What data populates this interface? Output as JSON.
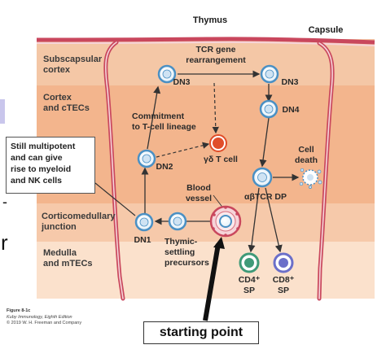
{
  "title": "Thymus",
  "capsule_label": "Capsule",
  "zones": {
    "subcapsular": [
      "Subscapsular",
      "cortex"
    ],
    "cortex": [
      "Cortex",
      "and cTECs"
    ],
    "corticomedullary": [
      "Corticomedullary",
      "junction"
    ],
    "medulla": [
      "Medulla",
      "and mTECs"
    ]
  },
  "labels": {
    "tcr": [
      "TCR gene",
      "rearrangement"
    ],
    "commitment": [
      "Commitment",
      "to T-cell lineage"
    ],
    "dn1": "DN1",
    "dn2": "DN2",
    "dn3_left": "DN3",
    "dn3_right": "DN3",
    "dn4": "DN4",
    "gd": "γδ T cell",
    "death": [
      "Cell",
      "death"
    ],
    "abtcr": "αβTCR DP",
    "blood": [
      "Blood",
      "vessel"
    ],
    "thymic": [
      "Thymic-",
      "settling",
      "precursors"
    ],
    "cd4": [
      "CD4⁺",
      "SP"
    ],
    "cd8": [
      "CD8⁺",
      "SP"
    ]
  },
  "callout": [
    "Still multipotent",
    "and can give",
    "rise to myeloid",
    "and NK cells"
  ],
  "caption": [
    "Figure 8-1c",
    "Kuby Immunology, Eighth Edition",
    "© 2019 W. H. Freeman and Company"
  ],
  "start_label": "starting point",
  "stray": {
    "dash": "-",
    "letter": "r"
  },
  "colors": {
    "band_subcapsular": "#f4c7a6",
    "band_cortex": "#f3b58d",
    "band_corticomedullary": "#f6c9aa",
    "band_medulla": "#fbe1cc",
    "capsule": "#c9475d",
    "capsule_fill": "#f6d4d9",
    "progenitor": "#4a90c4",
    "gd_cell": "#e04e2a",
    "cd4": "#3f9a78",
    "cd8": "#6b6fc9",
    "arrow": "#333333"
  }
}
